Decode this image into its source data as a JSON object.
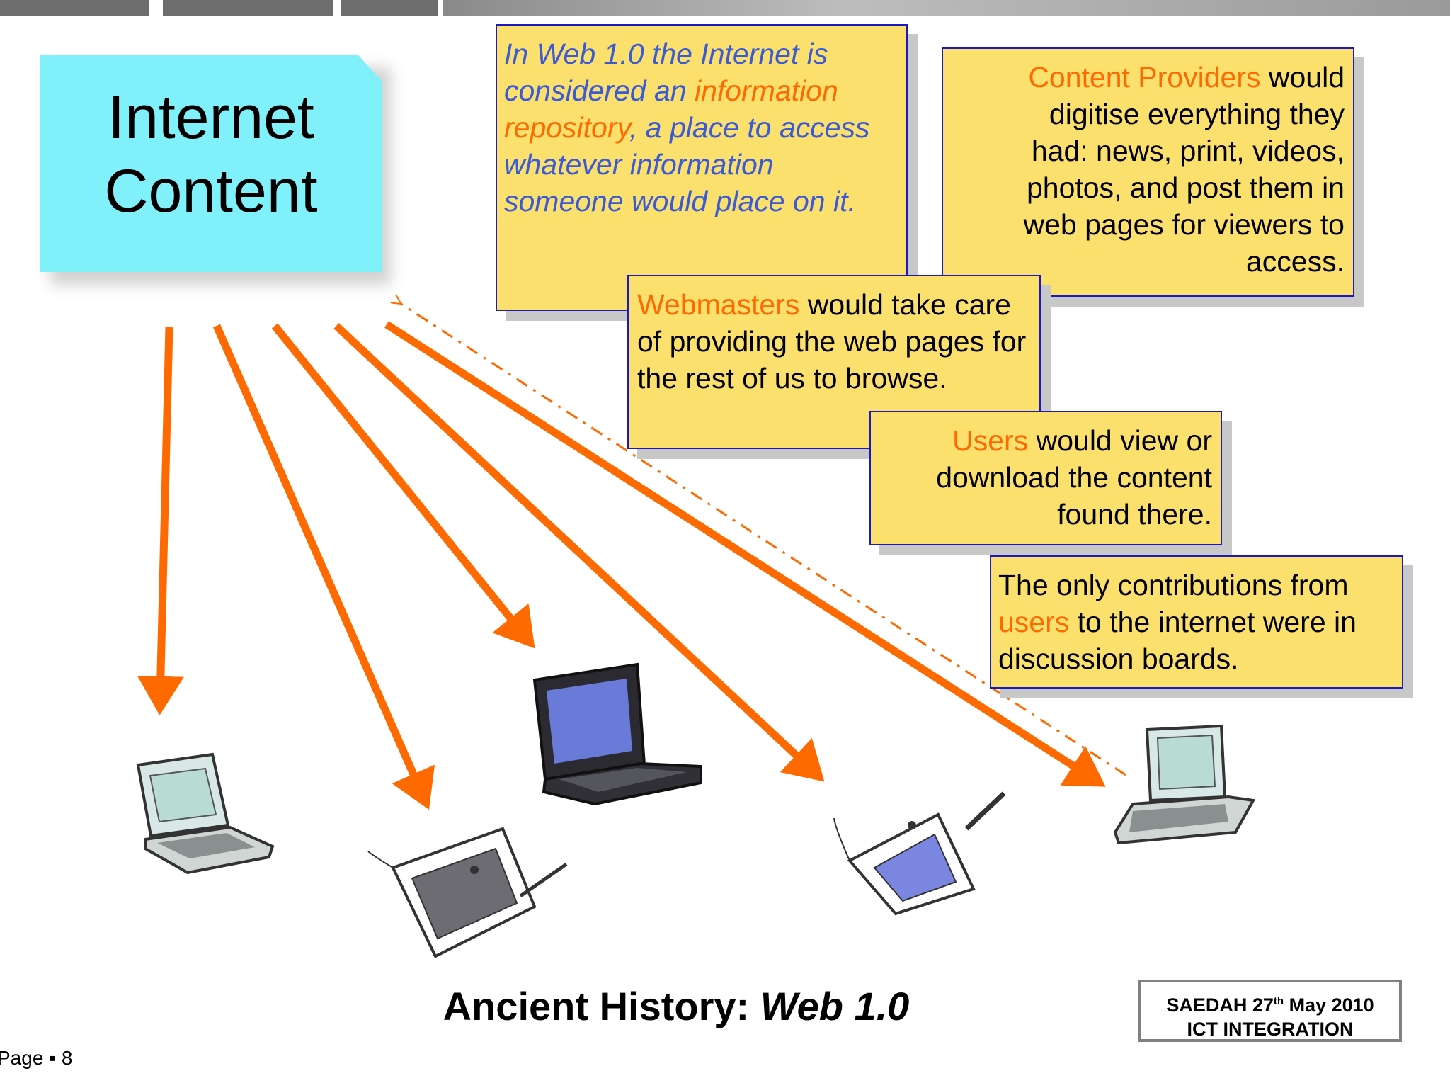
{
  "slide": {
    "title_lines": [
      "Internet",
      "Content"
    ],
    "caption_prefix": "Ancient History: ",
    "caption_emphasis": "Web 1.0",
    "page_label": "Page ▪ 8",
    "footer": {
      "line1_pre": "SAEDAH 27",
      "line1_sup": "th",
      "line1_post": " May 2010",
      "line2": "ICT INTEGRATION"
    }
  },
  "notes": {
    "web10": {
      "part1": "In Web 1.0 the Internet is considered an ",
      "highlight": "information repository",
      "part2": ", a place to access whatever information someone would place on it."
    },
    "providers": {
      "highlight": "Content Providers",
      "rest": " would digitise everything they had: news, print, videos, photos, and post them in web pages for viewers to access."
    },
    "webmasters": {
      "highlight": "Webmasters",
      "rest": " would take care of providing the web pages for the rest of us to browse."
    },
    "users": {
      "highlight": "Users",
      "rest": " would view or download the content found there."
    },
    "contributions": {
      "part1": "The only contributions from ",
      "highlight": "users",
      "part2": " to the internet were in discussion boards."
    }
  },
  "devices": [
    "laptop-small",
    "tablet-left",
    "laptop-dark",
    "tablet-right",
    "laptop-right"
  ],
  "colors": {
    "arrow": "#ff6a00",
    "note_fill": "#fce06e",
    "note_border": "#1a1ac0",
    "box_fill": "#80f0fa",
    "highlight": "#ff6a00",
    "italic_text": "#3a5ad6"
  }
}
